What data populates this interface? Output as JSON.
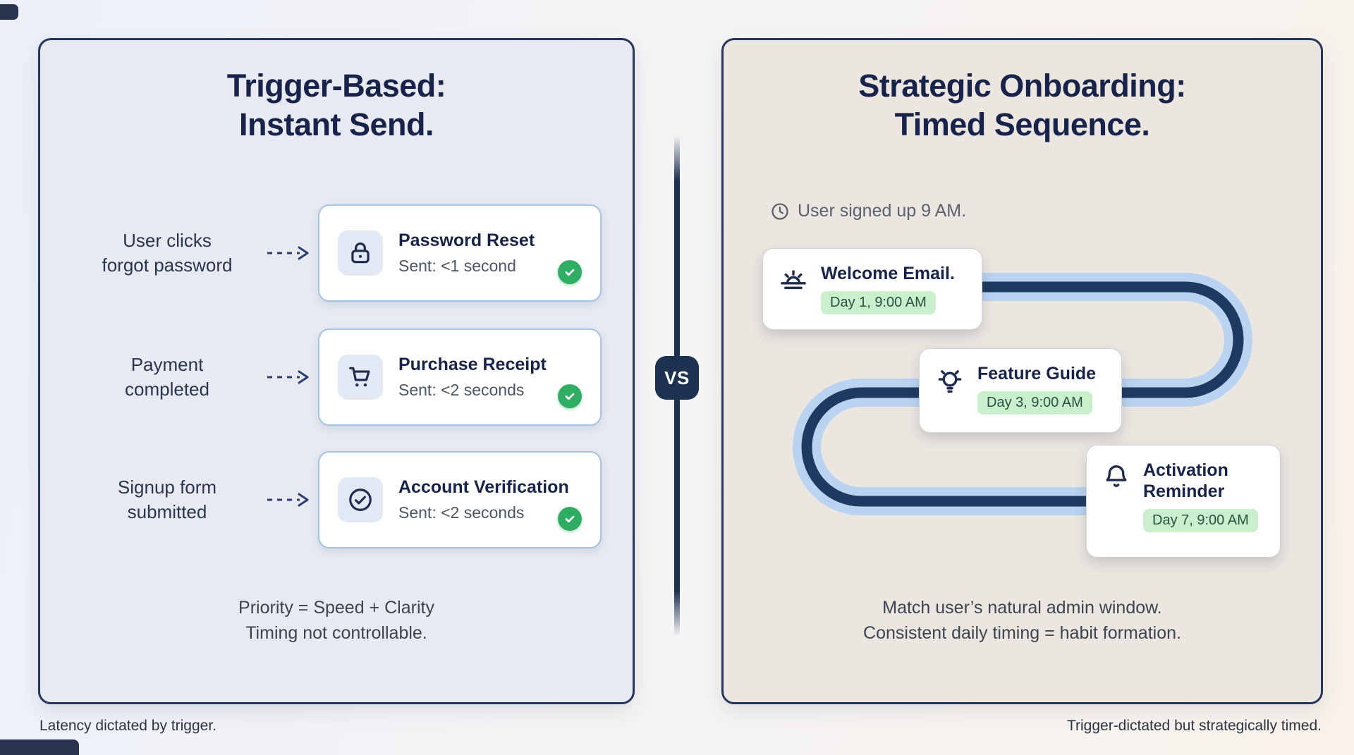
{
  "left_panel": {
    "title_line1": "Trigger-Based:",
    "title_line2": "Instant Send.",
    "rows": [
      {
        "icon": "lock-icon",
        "trigger_line1": "User clicks",
        "trigger_line2": "forgot password",
        "card_title": "Password Reset",
        "card_subtitle": "Sent: <1 second",
        "status": "sent"
      },
      {
        "icon": "cart-icon",
        "trigger_line1": "Payment",
        "trigger_line2": "completed",
        "card_title": "Purchase Receipt",
        "card_subtitle": "Sent: <2 seconds",
        "status": "sent"
      },
      {
        "icon": "circle-check-icon",
        "trigger_line1": "Signup form",
        "trigger_line2": "submitted",
        "card_title": "Account Verification",
        "card_subtitle": "Sent: <2 seconds",
        "status": "sent"
      }
    ],
    "footer_line1": "Priority = Speed + Clarity",
    "footer_line2": "Timing not controllable.",
    "caption": "Latency dictated by trigger."
  },
  "divider": {
    "label": "VS"
  },
  "right_panel": {
    "title_line1": "Strategic Onboarding:",
    "title_line2": "Timed Sequence.",
    "signup_note": "User signed up 9 AM.",
    "steps": [
      {
        "icon": "sunrise-icon",
        "title": "Welcome Email.",
        "badge": "Day 1, 9:00 AM"
      },
      {
        "icon": "lightbulb-icon",
        "title": "Feature Guide",
        "badge": "Day 3, 9:00 AM"
      },
      {
        "icon": "bell-icon",
        "title": "Activation Reminder",
        "badge": "Day 7, 9:00 AM"
      }
    ],
    "footer_line1": "Match user’s natural admin window.",
    "footer_line2": "Consistent daily timing = habit formation.",
    "caption": "Trigger-dictated but strategically timed."
  },
  "colors": {
    "navy": "#1d3150",
    "title_navy": "#17234a",
    "card_border_blue": "#a6c4e6",
    "check_green": "#2fae63",
    "pill_green_bg": "#c9efcd",
    "pill_green_text": "#2a5243",
    "snake_outer_blue": "#b9d3f1",
    "snake_inner_navy": "#1e3a60",
    "left_panel_bg": "#e8eaf1",
    "right_panel_bg": "#ebe6e0"
  }
}
